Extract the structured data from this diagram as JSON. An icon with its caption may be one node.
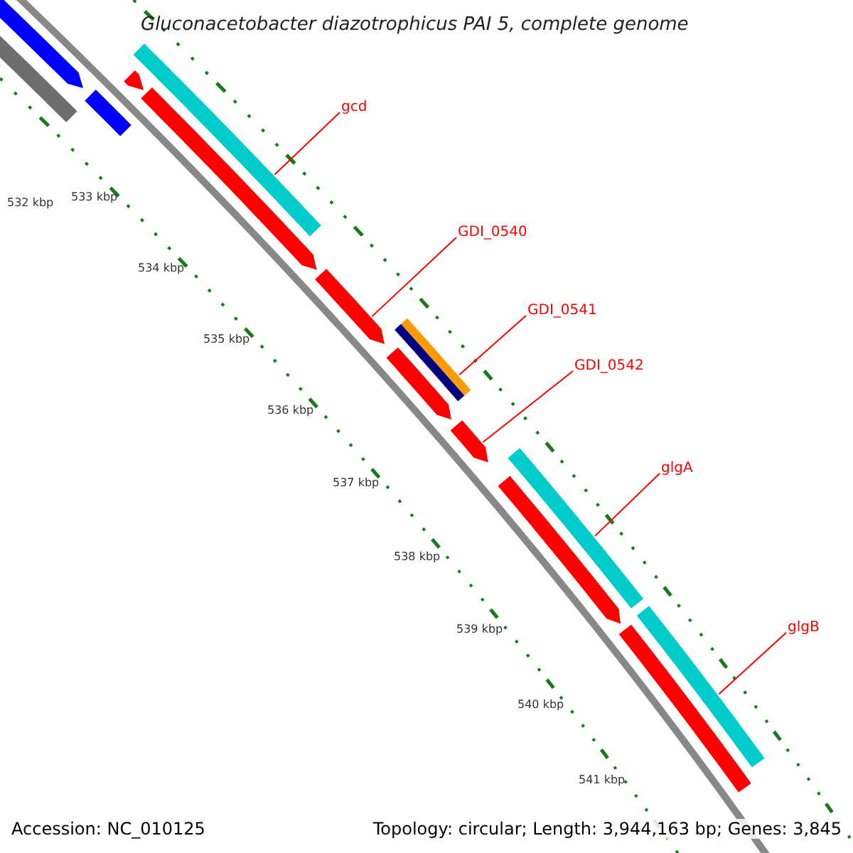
{
  "diagram": {
    "title": "Gluconacetobacter diazotrophicus PAI 5, complete genome",
    "nodes": [
      {
        "text": [
          "gcd"
        ]
      },
      {
        "text": [
          "GDI_0540"
        ]
      },
      {
        "text": [
          "GDI_0541"
        ]
      },
      {
        "text": [
          "GDI_0542"
        ]
      },
      {
        "text": [
          "glgA"
        ]
      },
      {
        "text": [
          "glgB"
        ]
      },
      {
        "text": [],
        "shape": "bar"
      },
      {
        "text": [],
        "shape": "bar"
      },
      {
        "text": [],
        "shape": "bar"
      },
      {
        "text": [],
        "shape": "bar"
      },
      {
        "text": [],
        "shape": "bar"
      },
      {
        "text": [],
        "shape": "bar"
      },
      {
        "text": [],
        "shape": "bar"
      },
      {
        "text": [],
        "shape": "bar"
      },
      {
        "text": [],
        "shape": "bar"
      },
      {
        "text": [],
        "shape": "bar"
      },
      {
        "text": [],
        "shape": "bar"
      },
      {
        "text": [],
        "shape": "bar"
      },
      {
        "text": [],
        "shape": "bar"
      },
      {
        "text": [],
        "shape": "bar"
      },
      {
        "text": [],
        "shape": "bar"
      }
    ],
    "edges": [
      {
        "from": 0,
        "to": 9,
        "arrow": "none"
      },
      {
        "from": 1,
        "to": 12,
        "arrow": "none"
      },
      {
        "from": 2,
        "to": 13,
        "arrow": "none"
      },
      {
        "from": 3,
        "to": 16,
        "arrow": "none"
      },
      {
        "from": 4,
        "to": 18,
        "arrow": "none"
      },
      {
        "from": 5,
        "to": 19,
        "arrow": "none"
      }
    ],
    "labels": [
      "532 kbp",
      "533 kbp",
      "534 kbp",
      "535 kbp",
      "536 kbp",
      "537 kbp",
      "538 kbp",
      "539 kbp",
      "540 kbp",
      "541 kbp",
      "Accession: NC_010125",
      "Topology: circular; Length: 3,944,163 bp; Genes: 3,845"
    ]
  }
}
